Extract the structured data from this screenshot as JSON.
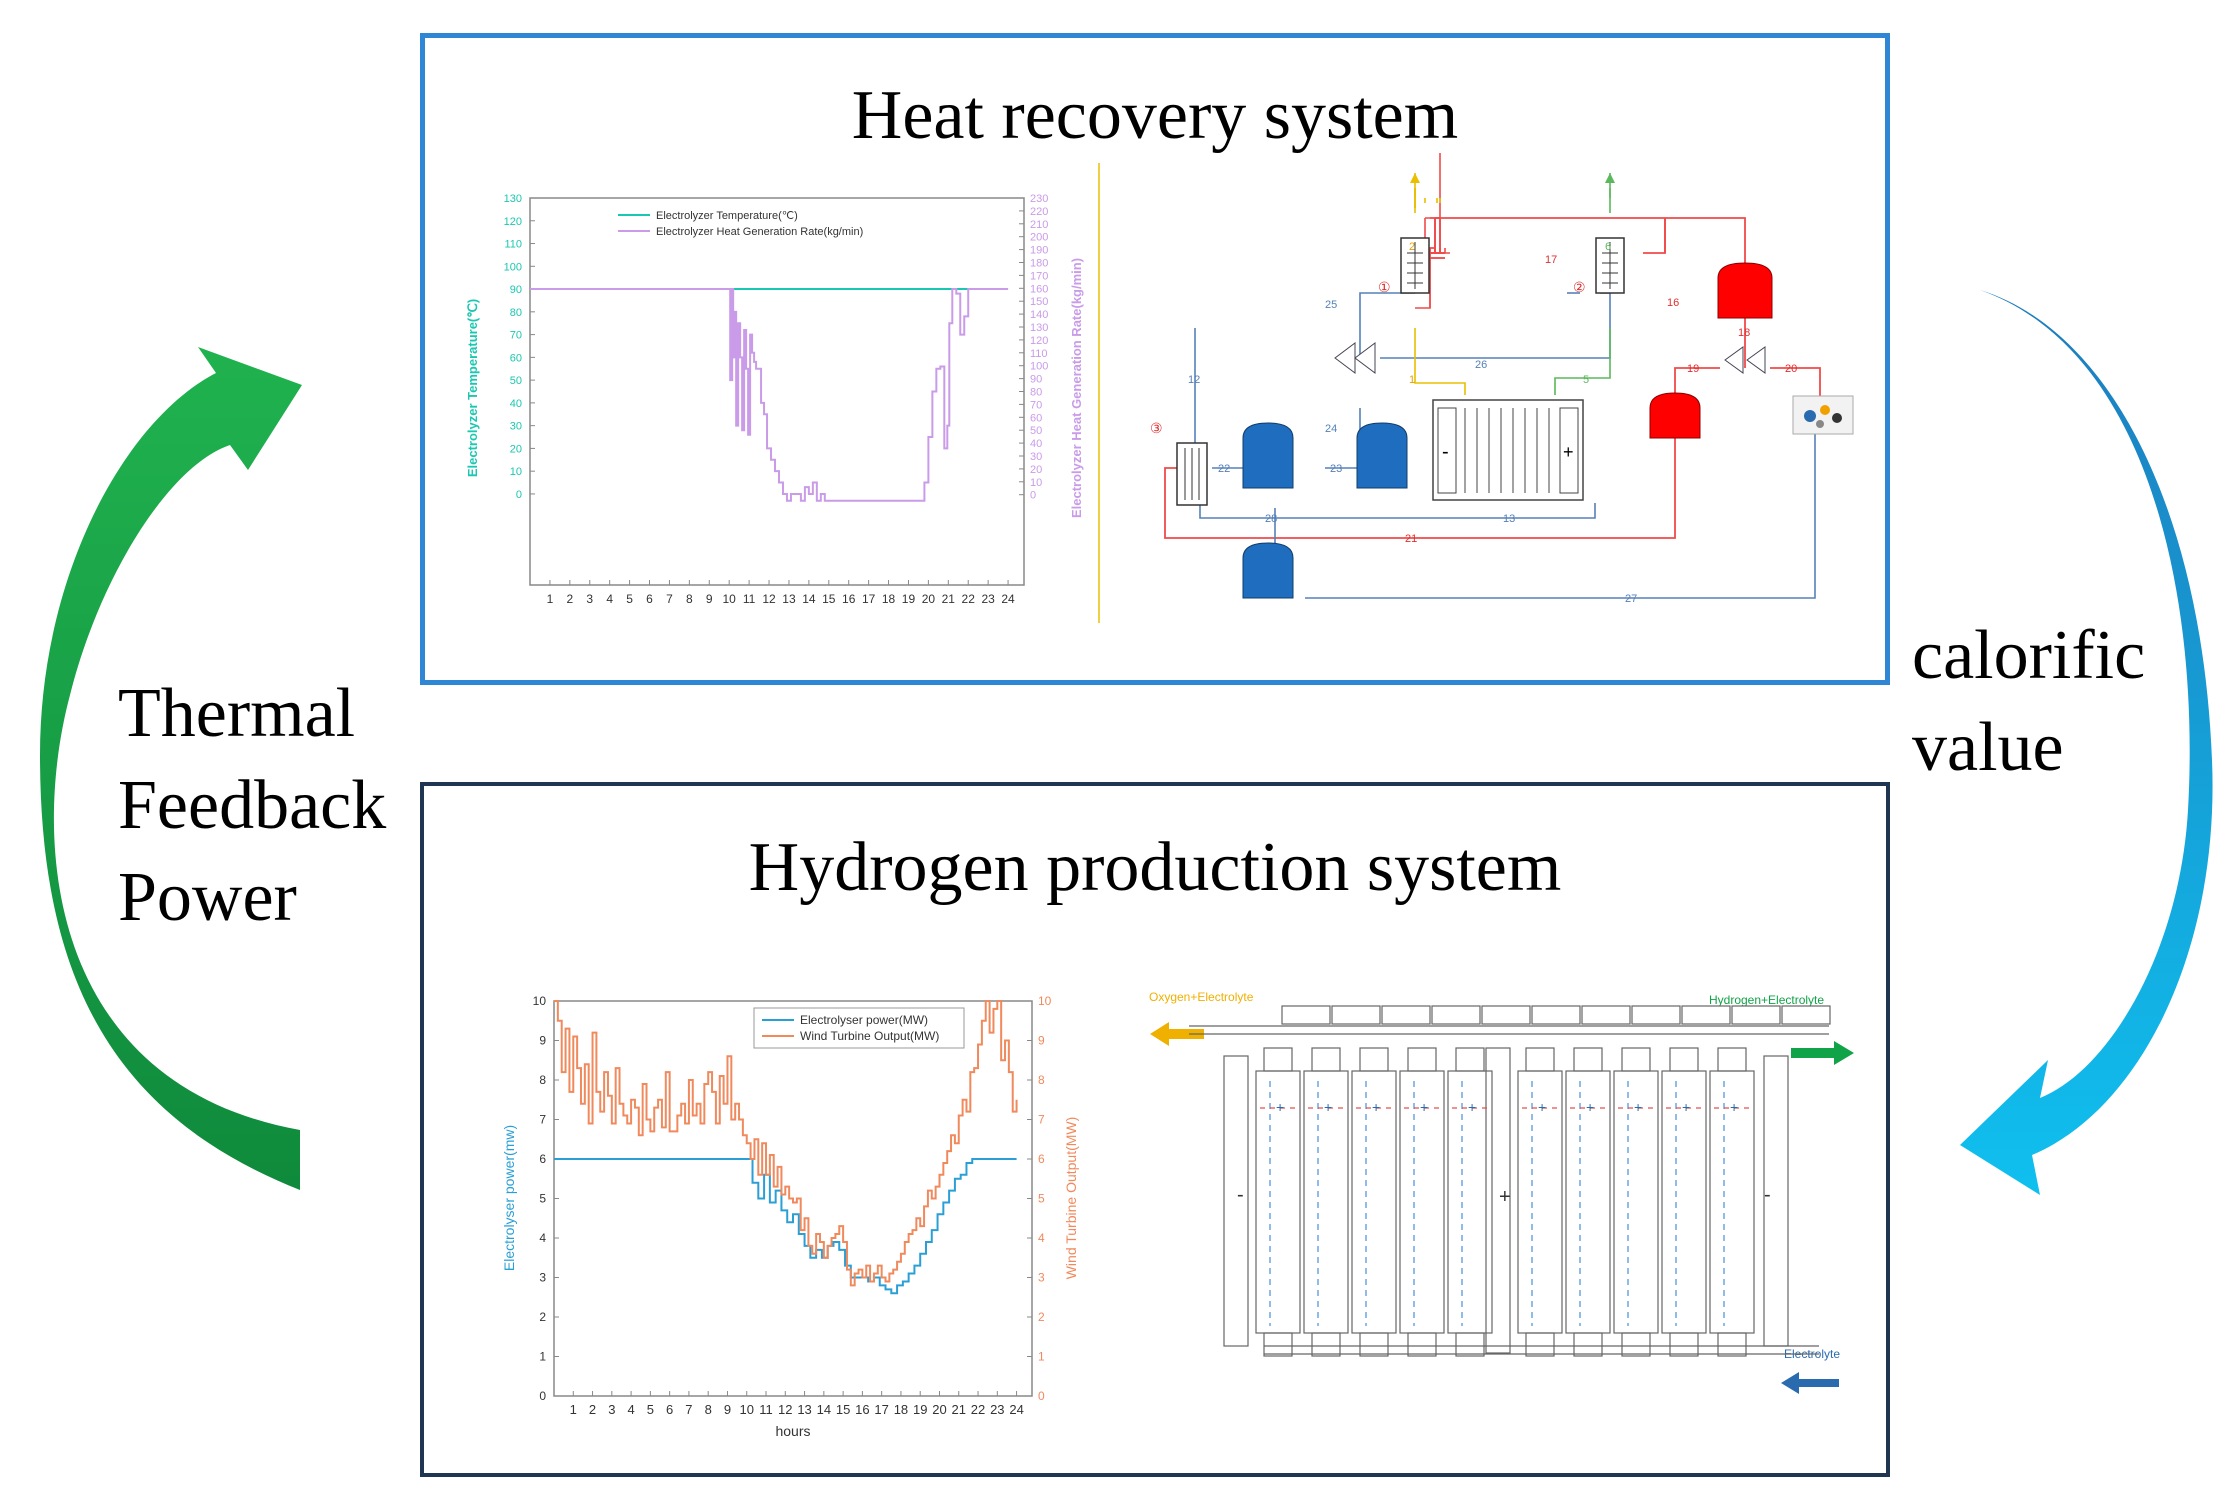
{
  "panels": {
    "top": {
      "title": "Heat recovery system"
    },
    "bottom": {
      "title": "Hydrogen production system"
    }
  },
  "labels": {
    "left": [
      "Thermal",
      "Feedback",
      "Power"
    ],
    "right": [
      "calorific",
      "value"
    ]
  },
  "colors": {
    "top_border": "#2e86d4",
    "bottom_border": "#1f3552",
    "left_arrow": "#11a347",
    "right_arrow": "#1aa6e0",
    "temperature": "#1ac7b0",
    "heat_rate": "#c99be8",
    "power": "#2a9fd6",
    "wind": "#f08a5d",
    "tank_red": "#ff0000",
    "tank_blue": "#1f6dbf"
  },
  "chart_data": [
    {
      "type": "line",
      "title": "",
      "xlabel": "",
      "ylabel": "Electrolyzer Temperature(℃)",
      "y2label": "Electrolyzer Heat Generation Rate(kg/min)",
      "x_ticks": [
        1,
        2,
        3,
        4,
        5,
        6,
        7,
        8,
        9,
        10,
        11,
        12,
        13,
        14,
        15,
        16,
        17,
        18,
        19,
        20,
        21,
        22,
        23,
        24
      ],
      "ylim": [
        -40,
        130
      ],
      "y_ticks": [
        0,
        10,
        20,
        30,
        40,
        50,
        60,
        70,
        80,
        90,
        100,
        110,
        120,
        130
      ],
      "y2lim": [
        -70,
        230
      ],
      "y2_ticks": [
        0,
        10,
        20,
        30,
        40,
        50,
        60,
        70,
        80,
        90,
        100,
        110,
        120,
        130,
        140,
        150,
        160,
        170,
        180,
        190,
        200,
        210,
        220,
        230
      ],
      "legend": "top-center",
      "series": [
        {
          "name": "Electrolyzer Temperature(℃)",
          "axis": "left",
          "x": [
            0,
            24
          ],
          "y": [
            90,
            90
          ]
        },
        {
          "name": "Electrolyzer Heat Generation Rate(kg/min)",
          "axis": "left",
          "x": [
            0,
            10,
            10.05,
            10.15,
            10.2,
            10.3,
            10.35,
            10.45,
            10.55,
            10.65,
            10.75,
            10.85,
            10.95,
            11.05,
            11.15,
            11.25,
            11.35,
            11.45,
            11.6,
            11.75,
            11.9,
            12.1,
            12.3,
            12.5,
            12.7,
            12.9,
            13.1,
            13.4,
            13.6,
            13.8,
            14.0,
            14.2,
            14.4,
            14.6,
            14.8,
            15.0,
            15.5,
            16,
            17,
            18,
            19,
            19.8,
            20.0,
            20.2,
            20.4,
            20.6,
            20.8,
            20.95,
            21.05,
            21.2,
            21.4,
            21.6,
            21.8,
            22,
            24
          ],
          "y": [
            90,
            90,
            50,
            90,
            60,
            80,
            30,
            75,
            60,
            28,
            72,
            55,
            26,
            70,
            62,
            58,
            55,
            55,
            40,
            35,
            20,
            15,
            10,
            5,
            0,
            -3,
            0,
            0,
            -3,
            3,
            0,
            5,
            -3,
            0,
            -3,
            -3,
            -3,
            -3,
            -3,
            -3,
            -3,
            5,
            25,
            45,
            55,
            56,
            20,
            30,
            75,
            90,
            88,
            70,
            78,
            90,
            90
          ]
        }
      ]
    },
    {
      "type": "line",
      "title": "",
      "xlabel": "hours",
      "ylabel": "Electrolyser power(mw)",
      "y2label": "Wind Turbine Output(MW)",
      "x_ticks": [
        1,
        2,
        3,
        4,
        5,
        6,
        7,
        8,
        9,
        10,
        11,
        12,
        13,
        14,
        15,
        16,
        17,
        18,
        19,
        20,
        21,
        22,
        23,
        24
      ],
      "ylim": [
        0,
        10
      ],
      "y_ticks": [
        0,
        1,
        2,
        3,
        4,
        5,
        6,
        7,
        8,
        9,
        10
      ],
      "y2lim": [
        0,
        10
      ],
      "y2_ticks": [
        0,
        1,
        2,
        3,
        4,
        5,
        6,
        7,
        8,
        9,
        10
      ],
      "legend": "top-center",
      "series": [
        {
          "name": "Electrolyser power(MW)",
          "axis": "left",
          "x": [
            0,
            10,
            10.3,
            10.6,
            10.9,
            11.2,
            11.5,
            11.8,
            12.1,
            12.4,
            12.7,
            13,
            13.3,
            13.6,
            13.9,
            14.2,
            14.5,
            14.8,
            15.1,
            15.4,
            15.7,
            16,
            16.3,
            16.6,
            16.9,
            17.2,
            17.5,
            17.8,
            18.1,
            18.4,
            18.7,
            19,
            19.3,
            19.6,
            19.9,
            20.2,
            20.5,
            20.8,
            21.1,
            21.4,
            21.7,
            22,
            24
          ],
          "y": [
            6,
            6,
            5.4,
            5.0,
            5.6,
            4.9,
            5.2,
            4.7,
            4.4,
            4.6,
            4.1,
            3.8,
            3.5,
            3.7,
            3.5,
            3.8,
            3.9,
            3.7,
            3.3,
            3.0,
            3.0,
            3.0,
            2.9,
            3.0,
            2.8,
            2.7,
            2.6,
            2.8,
            2.9,
            3.1,
            3.3,
            3.6,
            3.9,
            4.2,
            4.6,
            4.9,
            5.2,
            5.5,
            5.6,
            5.9,
            6,
            6,
            6
          ]
        },
        {
          "name": "Wind Turbine Output(MW)",
          "axis": "right",
          "x": [
            0,
            0.2,
            0.4,
            0.6,
            0.8,
            1.0,
            1.2,
            1.4,
            1.6,
            1.8,
            2.0,
            2.2,
            2.4,
            2.6,
            2.8,
            3.0,
            3.2,
            3.4,
            3.6,
            3.8,
            4.0,
            4.2,
            4.4,
            4.6,
            4.8,
            5.0,
            5.2,
            5.4,
            5.6,
            5.8,
            6.0,
            6.2,
            6.4,
            6.6,
            6.8,
            7.0,
            7.2,
            7.4,
            7.6,
            7.8,
            8.0,
            8.2,
            8.4,
            8.6,
            8.8,
            9.0,
            9.2,
            9.4,
            9.6,
            9.8,
            10.0,
            10.2,
            10.4,
            10.6,
            10.8,
            11.0,
            11.2,
            11.4,
            11.6,
            11.8,
            12.0,
            12.2,
            12.4,
            12.6,
            12.8,
            13.0,
            13.2,
            13.4,
            13.6,
            13.8,
            14.0,
            14.2,
            14.4,
            14.6,
            14.8,
            15.0,
            15.2,
            15.4,
            15.6,
            15.8,
            16.0,
            16.2,
            16.4,
            16.6,
            16.8,
            17.0,
            17.2,
            17.4,
            17.6,
            17.8,
            18.0,
            18.2,
            18.4,
            18.6,
            18.8,
            19.0,
            19.2,
            19.4,
            19.6,
            19.8,
            20.0,
            20.2,
            20.4,
            20.6,
            20.8,
            21.0,
            21.2,
            21.4,
            21.6,
            21.8,
            22.0,
            22.2,
            22.4,
            22.6,
            22.8,
            23.0,
            23.2,
            23.4,
            23.6,
            23.8,
            24.0
          ],
          "y": [
            10,
            9.5,
            8.2,
            9.3,
            7.7,
            9.1,
            8.3,
            7.4,
            8.4,
            6.9,
            9.2,
            7.7,
            7.2,
            8.2,
            7.6,
            6.9,
            8.3,
            7.4,
            7.1,
            6.9,
            7.5,
            7.3,
            6.6,
            7.9,
            7.0,
            6.7,
            7.3,
            7.5,
            6.8,
            8.2,
            6.7,
            6.7,
            7.1,
            7.4,
            6.9,
            8.0,
            7.1,
            7.4,
            6.9,
            7.9,
            8.2,
            7.7,
            6.9,
            8.1,
            7.4,
            8.6,
            7.0,
            7.4,
            7.0,
            6.6,
            6.4,
            6.0,
            6.5,
            5.6,
            6.4,
            5.6,
            6.1,
            5.3,
            5.8,
            5.1,
            5.3,
            5.0,
            4.9,
            5.0,
            4.2,
            4.5,
            3.8,
            3.6,
            4.1,
            3.9,
            3.5,
            3.8,
            4.0,
            4.1,
            4.3,
            3.9,
            3.2,
            2.8,
            3.1,
            3.2,
            3.0,
            3.3,
            2.9,
            3.1,
            3.3,
            3.0,
            2.9,
            3.1,
            3.2,
            3.4,
            3.6,
            3.9,
            4.1,
            4.2,
            4.5,
            4.3,
            4.8,
            5.2,
            5.0,
            5.3,
            5.6,
            5.9,
            6.2,
            6.6,
            6.4,
            7.1,
            7.5,
            7.2,
            8.2,
            8.3,
            8.9,
            9.5,
            10.0,
            9.2,
            9.8,
            10.0,
            8.5,
            9.0,
            8.2,
            7.2,
            7.5
          ]
        }
      ]
    }
  ],
  "flowsheet": {
    "stream_numbers": [
      "1",
      "2",
      "5",
      "6",
      "12",
      "13",
      "16",
      "17",
      "18",
      "19",
      "20",
      "21",
      "22",
      "23",
      "24",
      "25",
      "26",
      "27",
      "28"
    ],
    "unit_markers": [
      "①",
      "②",
      "③"
    ],
    "electrode_signs": [
      "-",
      "+"
    ]
  },
  "stack": {
    "oxygen_label": "Oxygen+Electrolyte",
    "hydrogen_label": "Hydrogen+Electrolyte",
    "electrolyte_label": "Electrolyte",
    "signs": [
      "-",
      "+",
      "-"
    ]
  }
}
